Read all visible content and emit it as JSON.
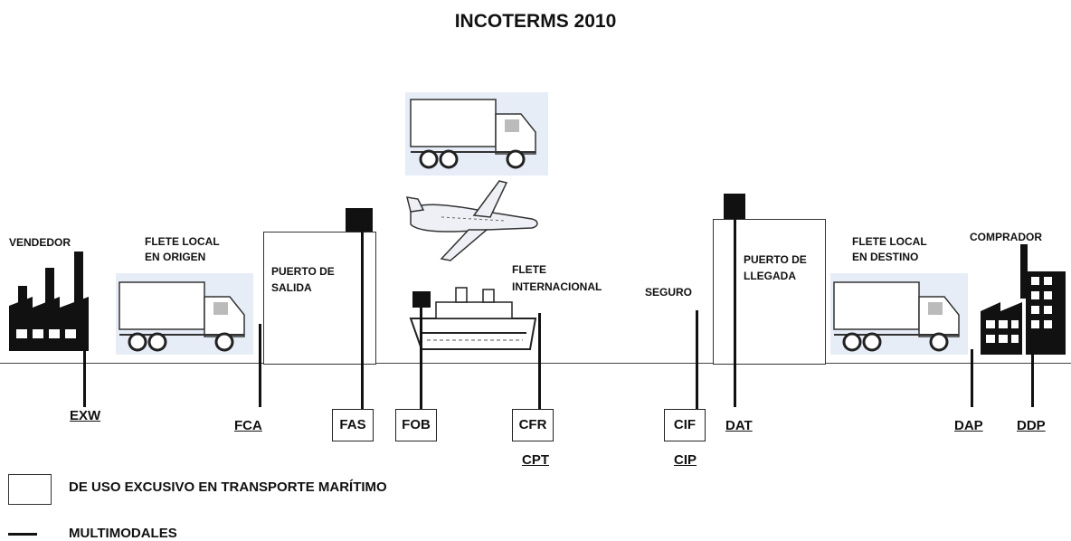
{
  "title": "INCOTERMS 2010",
  "labels": {
    "vendedor": "VENDEDOR",
    "flete_origen_1": "FLETE  LOCAL",
    "flete_origen_2": "EN ORIGEN",
    "puerto_salida_1": "PUERTO DE",
    "puerto_salida_2": "SALIDA",
    "flete_int_1": "FLETE",
    "flete_int_2": "INTERNACIONAL",
    "seguro": "SEGURO",
    "puerto_llegada_1": "PUERTO DE",
    "puerto_llegada_2": "LLEGADA",
    "flete_destino_1": "FLETE  LOCAL",
    "flete_destino_2": "EN DESTINO",
    "comprador": "COMPRADOR"
  },
  "terms": {
    "exw": "EXW",
    "fca": "FCA",
    "fas": "FAS",
    "fob": "FOB",
    "cfr": "CFR",
    "cpt": "CPT",
    "cif": "CIF",
    "cip": "CIP",
    "dat": "DAT",
    "dap": "DAP",
    "ddp": "DDP"
  },
  "legend": {
    "maritimo": "DE USO EXCUSIVO EN TRANSPORTE MARÍTIMO",
    "multimodales": "MULTIMODALES"
  },
  "icons": [
    "factory-icon",
    "truck-icon",
    "airplane-icon",
    "ship-icon",
    "building-icon"
  ],
  "colors": {
    "line": "#111111",
    "background": "#ffffff",
    "truck_bg": "#e6edf7"
  }
}
